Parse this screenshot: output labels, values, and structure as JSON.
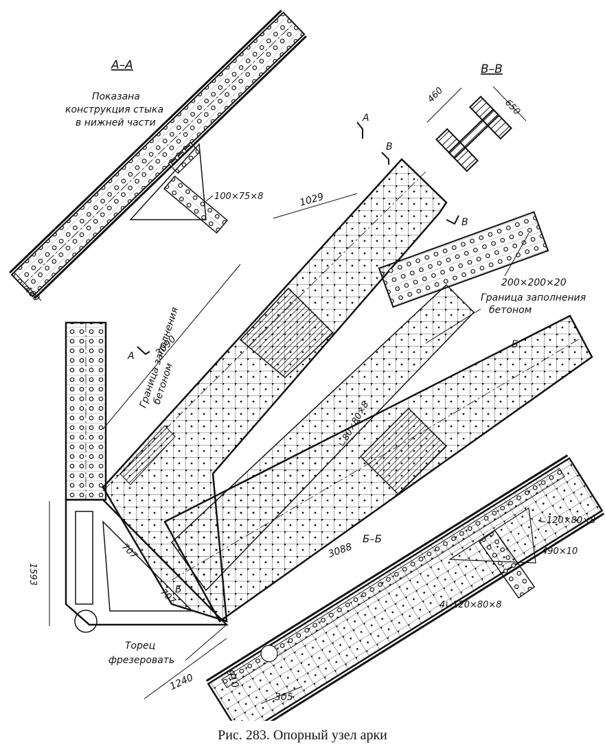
{
  "caption": "Рис. 283. Опорный узел арки",
  "labels": {
    "section_aa": "А–А",
    "section_vv": "В–В",
    "section_bb": "Б–Б",
    "note_line1": "Показана",
    "note_line2": "конструкция стыка",
    "note_line3": "в нижней части",
    "cut_a_top": "А",
    "cut_a_left": "А",
    "cut_v_top": "В",
    "cut_v_right": "В",
    "cut_b_right": "Б",
    "cut_b_bottom": "Б",
    "concrete_boundary_1_line1": "Граница заполнения",
    "concrete_boundary_1_line2": "бетоном",
    "concrete_boundary_2_line1": "Граница заполнения",
    "concrete_boundary_2_line2": "бетоном",
    "end_milling_line1": "Торец",
    "end_milling_line2": "фрезеровать"
  },
  "dimensions": {
    "d460_left": "460",
    "d100x75x8": "100×75×8",
    "d460_vv": "460",
    "d650": "650",
    "d1029": "1029",
    "d200x200x20": "200×200×20",
    "d3090": "3090",
    "d80x80x8": "∟80×80×8",
    "d1593": "1593",
    "d707_a": "707",
    "d707_b": "707",
    "d3088": "3088",
    "d120x80x8": "∟120×80×8",
    "d490x10": "490×10",
    "d4x120x80x8": "4∟120×80×8",
    "d1240": "1240",
    "d910": "910",
    "d305": "305"
  }
}
